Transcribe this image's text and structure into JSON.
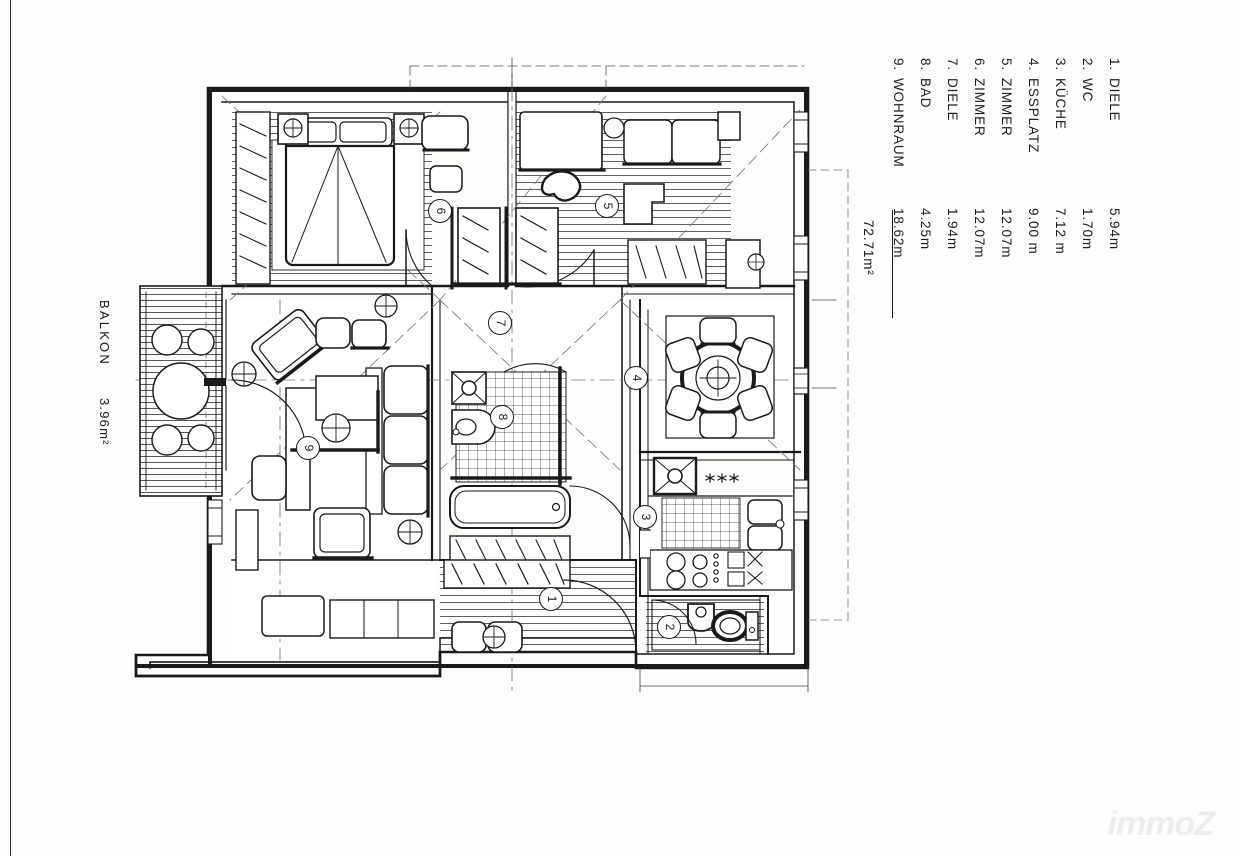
{
  "document": {
    "type": "floor-plan",
    "watermark": "immoZ"
  },
  "legend": {
    "items": [
      {
        "num": "1.",
        "name": "DIELE",
        "value": "5.94m"
      },
      {
        "num": "2.",
        "name": "WC",
        "value": "1.70m"
      },
      {
        "num": "3.",
        "name": "KÜCHE",
        "value": "7.12 m"
      },
      {
        "num": "4.",
        "name": "ESSPLATZ",
        "value": "9.00 m"
      },
      {
        "num": "5.",
        "name": "ZIMMER",
        "value": "12.07m"
      },
      {
        "num": "6.",
        "name": "ZIMMER",
        "value": "12.07m"
      },
      {
        "num": "7.",
        "name": "DIELE",
        "value": "1.94m"
      },
      {
        "num": "8.",
        "name": "BAD",
        "value": "4.25m"
      },
      {
        "num": "9.",
        "name": "WOHNRAUM",
        "value": "18.62m"
      }
    ],
    "total": "72.71m²"
  },
  "balcony": {
    "label": "BALKON",
    "area": "3.96m²"
  },
  "room_markers": [
    {
      "id": "1",
      "label": "1"
    },
    {
      "id": "2",
      "label": "2"
    },
    {
      "id": "3",
      "label": "3"
    },
    {
      "id": "4",
      "label": "4"
    },
    {
      "id": "5",
      "label": "5"
    },
    {
      "id": "6",
      "label": "6"
    },
    {
      "id": "7",
      "label": "7"
    },
    {
      "id": "8",
      "label": "8"
    },
    {
      "id": "9",
      "label": "9"
    }
  ],
  "colors": {
    "ink": "#1a1a1a",
    "paper": "#fdfdfc",
    "wall_fill": "#1a1a1a",
    "watermark": "#ededed"
  }
}
